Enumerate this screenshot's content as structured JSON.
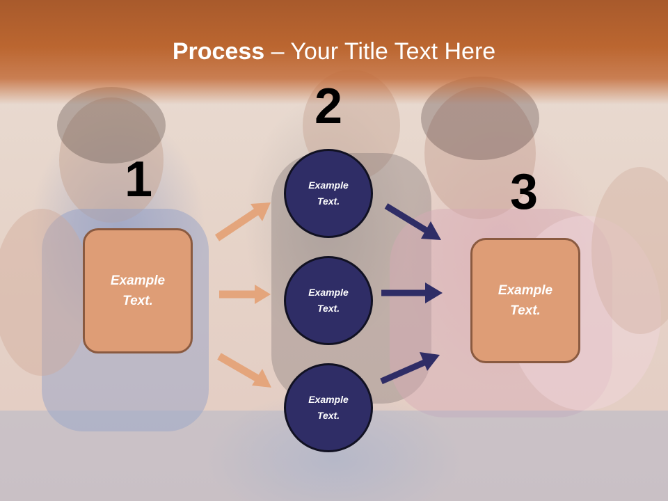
{
  "slide": {
    "title_bold": "Process",
    "title_rest": " – Your Title Text Here",
    "numbers": {
      "one": "1",
      "two": "2",
      "three": "3"
    },
    "left_box": {
      "line1": "Example",
      "line2": "Text."
    },
    "right_box": {
      "line1": "Example",
      "line2": "Text."
    },
    "circles": [
      {
        "line1": "Example",
        "line2": "Text."
      },
      {
        "line1": "Example",
        "line2": "Text."
      },
      {
        "line1": "Example",
        "line2": "Text."
      }
    ],
    "colors": {
      "header": "#bb6630",
      "box_fill": "#de9d76",
      "circle_fill": "#2f2d66",
      "arrow_orange": "#e4a57c",
      "arrow_navy": "#2f2d66"
    }
  }
}
